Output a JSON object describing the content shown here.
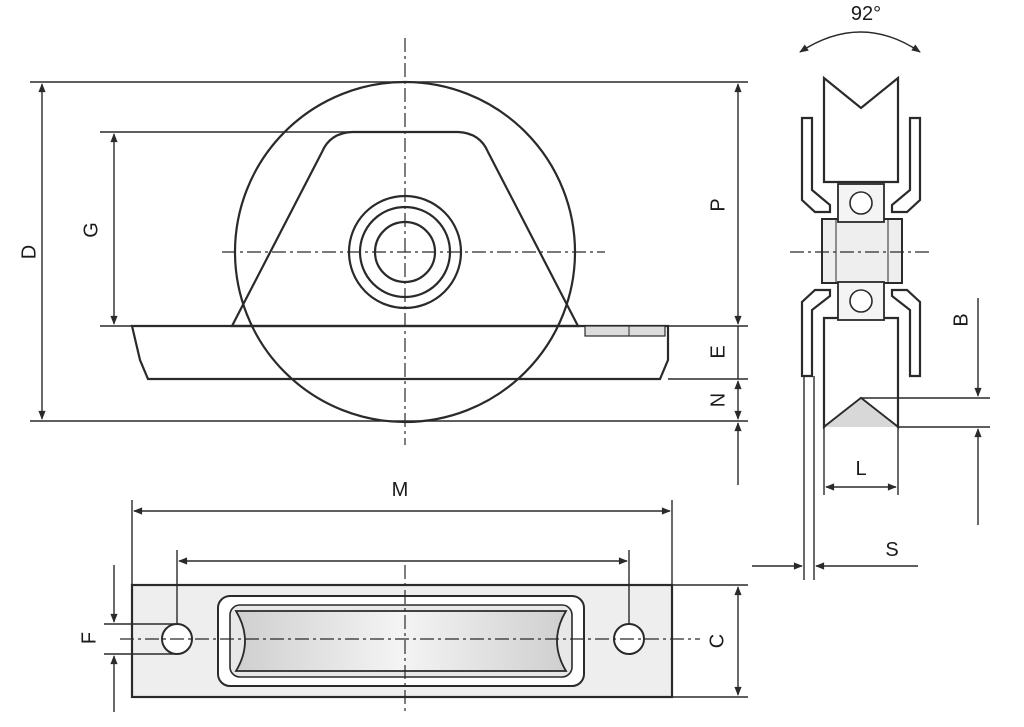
{
  "labels": {
    "d": "D",
    "g": "G",
    "p": "P",
    "e": "E",
    "n": "N",
    "m": "M",
    "f": "F",
    "c": "C",
    "b": "B",
    "l": "L",
    "s": "S",
    "angle": "92°"
  },
  "colors": {
    "line": "#2a2a2a",
    "wheel": "#e6e6e6",
    "bracket": "#f4f4f4",
    "shade": "#c8c8c8"
  }
}
